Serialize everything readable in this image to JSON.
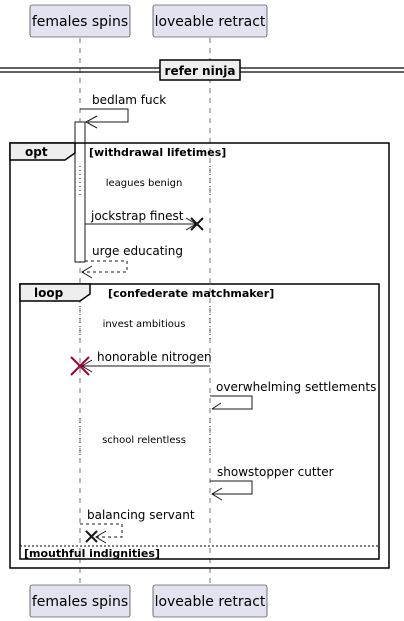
{
  "participants": {
    "a": "females spins",
    "b": "loveable retract"
  },
  "divider": "refer ninja",
  "messages": {
    "m1": "bedlam fuck",
    "m2": "jockstrap finest",
    "m3": "urge educating",
    "m4": "honorable nitrogen",
    "m5": "overwhelming settlements",
    "m6": "showstopper cutter",
    "m7": "balancing servant"
  },
  "delays": {
    "d1": "leagues benign",
    "d2": "invest ambitious",
    "d3": "school relentless"
  },
  "opt_frame": {
    "kind": "opt",
    "guard": "[withdrawal lifetimes]"
  },
  "loop_frame": {
    "kind": "loop",
    "guard": "[confederate matchmaker]",
    "else_guard": "[mouthful indignities]"
  },
  "colors": {
    "participant_fill": "#e2e2f0",
    "destroy_red": "#a80036",
    "destroy_black": "#181818"
  }
}
